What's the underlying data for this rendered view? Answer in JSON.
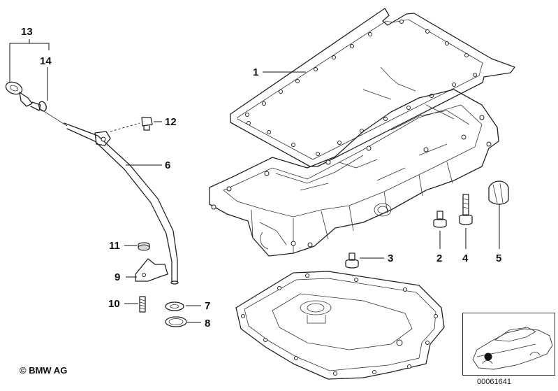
{
  "diagram": {
    "callouts": [
      {
        "id": "c13",
        "label": "13"
      },
      {
        "id": "c14",
        "label": "14"
      },
      {
        "id": "c1",
        "label": "1"
      },
      {
        "id": "c12",
        "label": "12"
      },
      {
        "id": "c6",
        "label": "6"
      },
      {
        "id": "c11",
        "label": "11"
      },
      {
        "id": "c9",
        "label": "9"
      },
      {
        "id": "c10",
        "label": "10"
      },
      {
        "id": "c7",
        "label": "7"
      },
      {
        "id": "c8",
        "label": "8"
      },
      {
        "id": "c3",
        "label": "3"
      },
      {
        "id": "c2",
        "label": "2"
      },
      {
        "id": "c4",
        "label": "4"
      },
      {
        "id": "c5",
        "label": "5"
      }
    ],
    "copyright": "© BMW AG",
    "document_number": "00061641"
  }
}
